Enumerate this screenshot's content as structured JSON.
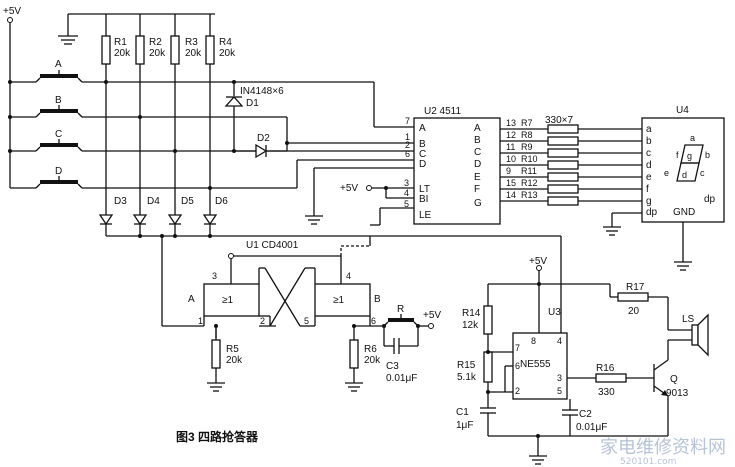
{
  "caption": "图3  四路抢答器",
  "labels": {
    "vcc_left": "+5V",
    "vcc_u2": "+5V"
  },
  "buttons": {
    "a": "A",
    "b": "B",
    "c": "C",
    "d": "D"
  },
  "resistors": {
    "r1": {
      "name": "R1",
      "value": "20k"
    },
    "r2": {
      "name": "R2",
      "value": "20k"
    },
    "r3": {
      "name": "R3",
      "value": "20k"
    },
    "r4": {
      "name": "R4",
      "value": "20k"
    },
    "r5": {
      "name": "R5",
      "value": "20k"
    },
    "r6": {
      "name": "R6",
      "value": "20k"
    },
    "r14": {
      "name": "R14",
      "value": "12k"
    },
    "r15": {
      "name": "R15",
      "value": "5.1k"
    },
    "r16": {
      "name": "R16",
      "value": "330"
    },
    "r17": {
      "name": "R17",
      "value": "20"
    }
  },
  "diodes": {
    "note": "IN4148×6",
    "d1": "D1",
    "d2": "D2",
    "d3": "D3",
    "d4": "D4",
    "d5": "D5",
    "d6": "D6"
  },
  "u2": {
    "name": "U2  4511",
    "pins": {
      "in_a": "7",
      "in_b": "1",
      "in_c": "2",
      "in_d": "6",
      "lt": "3",
      "bi": "4",
      "le": "5"
    },
    "inputs": [
      "A",
      "B",
      "C",
      "D",
      "LT",
      "BI",
      "LE"
    ],
    "outputs": [
      "A",
      "B",
      "C",
      "D",
      "E",
      "F",
      "G"
    ]
  },
  "segment_resistors": {
    "note": "330×7",
    "pins": [
      "13",
      "12",
      "11",
      "10",
      "9",
      "15",
      "14"
    ],
    "names": [
      "R7",
      "R8",
      "R9",
      "R10",
      "R11",
      "R12",
      "R13"
    ]
  },
  "u4": {
    "name": "U4",
    "pins": [
      "a",
      "b",
      "c",
      "d",
      "e",
      "f",
      "g",
      "dp"
    ],
    "gnd": "GND",
    "dp": "dp",
    "seg": {
      "a": "a",
      "b": "b",
      "c": "c",
      "d": "d",
      "e": "e",
      "f": "f",
      "g": "g"
    }
  },
  "u1": {
    "name": "U1  CD4001",
    "gate_symbol": "≥1",
    "gate_a": "A",
    "gate_b": "B",
    "pins": {
      "p1": "1",
      "p2": "2",
      "p3": "3",
      "p4": "4",
      "p5": "5",
      "p6": "6"
    }
  },
  "reset": {
    "label": "R",
    "vcc": "+5V"
  },
  "capacitors": {
    "c1": {
      "name": "C1",
      "value": "1μF"
    },
    "c2": {
      "name": "C2",
      "value": "0.01μF"
    },
    "c3": {
      "name": "C3",
      "value": "0.01μF"
    }
  },
  "u3": {
    "name": "U3",
    "chip": "NE555",
    "vcc": "+5V",
    "pins": {
      "p8": "8",
      "p4": "4",
      "p7": "7",
      "p6": "6",
      "p2": "2",
      "p5": "5",
      "p3": "3"
    }
  },
  "transistor": {
    "name": "Q",
    "model": "9013"
  },
  "speaker": {
    "name": "LS"
  },
  "watermark": {
    "main": "家电维修资料网",
    "sub": "520101.com"
  }
}
